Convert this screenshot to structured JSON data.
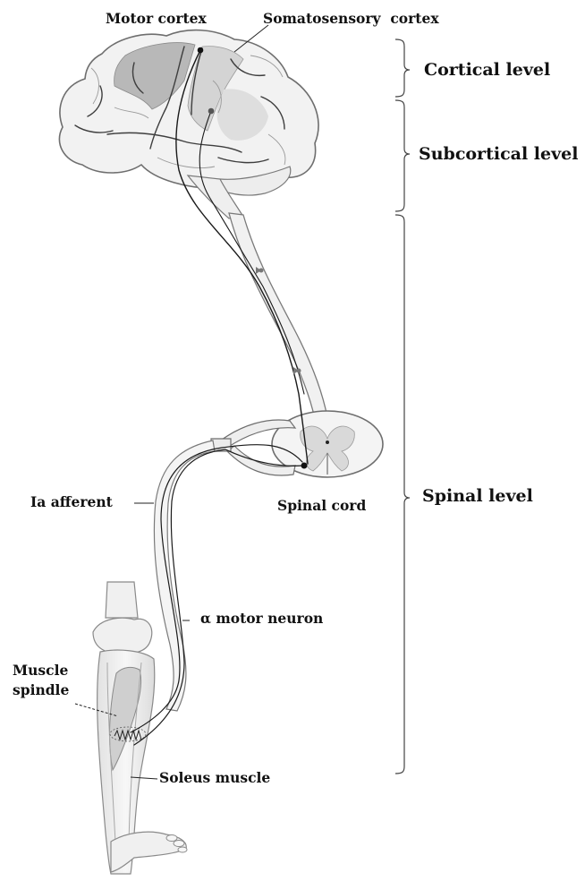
{
  "labels": {
    "motor_cortex": "Motor cortex",
    "somatosensory_cortex": "Somatosensory  cortex",
    "cortical_level": "Cortical level",
    "subcortical_level": "Subcortical level",
    "spinal_level": "Spinal level",
    "ia_afferent": "Ia afferent",
    "spinal_cord": "Spinal cord",
    "alpha_motor_neuron": "α motor neuron",
    "muscle_spindle_line1": "Muscle",
    "muscle_spindle_line2": "spindle",
    "soleus_muscle": "Soleus muscle"
  },
  "colors": {
    "outline": "#6e6e6e",
    "fill_light": "#f4f4f4",
    "cortex_motor": "#b5b5b5",
    "cortex_sensory": "#cfcfcf",
    "sulci": "#3e3e3e",
    "pathway": "#1a1a1a",
    "bracket": "#444444"
  }
}
